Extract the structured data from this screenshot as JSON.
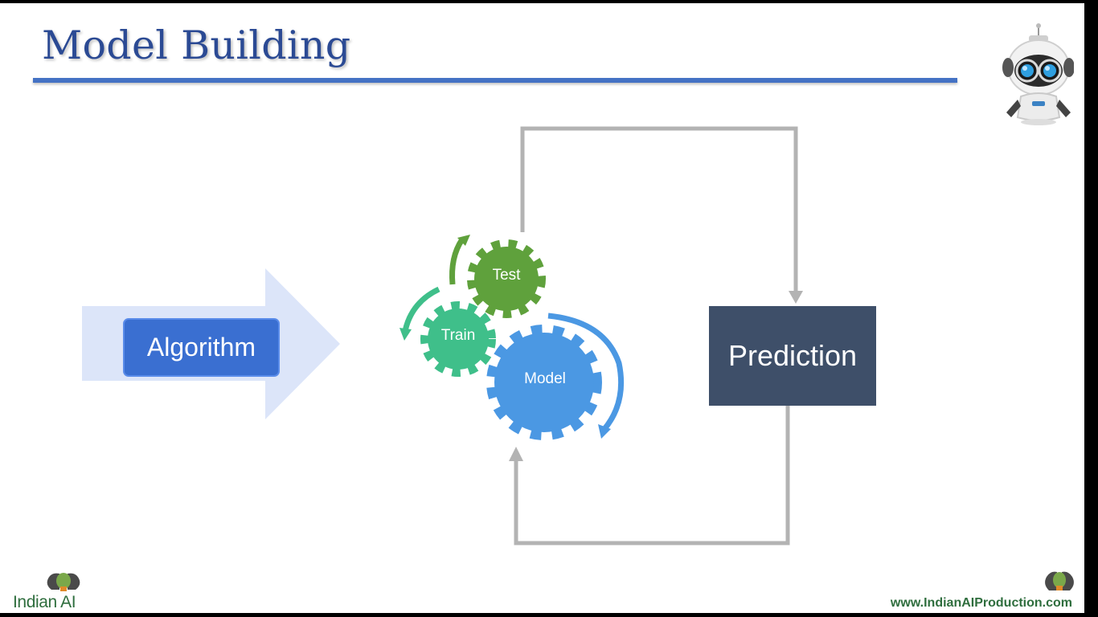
{
  "slide": {
    "title": "Model Building",
    "footer_logo_text": "Indian AI Production",
    "footer_url": "www.IndianAIProduction.com"
  },
  "diagram": {
    "algorithm_label": "Algorithm",
    "prediction_label": "Prediction",
    "gears": [
      {
        "label": "Test",
        "color": "#5fa13c"
      },
      {
        "label": "Train",
        "color": "#3fbf8a"
      },
      {
        "label": "Model",
        "color": "#4b98e3"
      }
    ],
    "colors": {
      "title": "#2b4a94",
      "rule": "#4472c4",
      "algorithm_box": "#3a6fd1",
      "big_arrow": "#dce5f9",
      "prediction_box": "#3e4f69",
      "connector": "#b3b3b3",
      "footer_text": "#2f6e3e"
    }
  }
}
